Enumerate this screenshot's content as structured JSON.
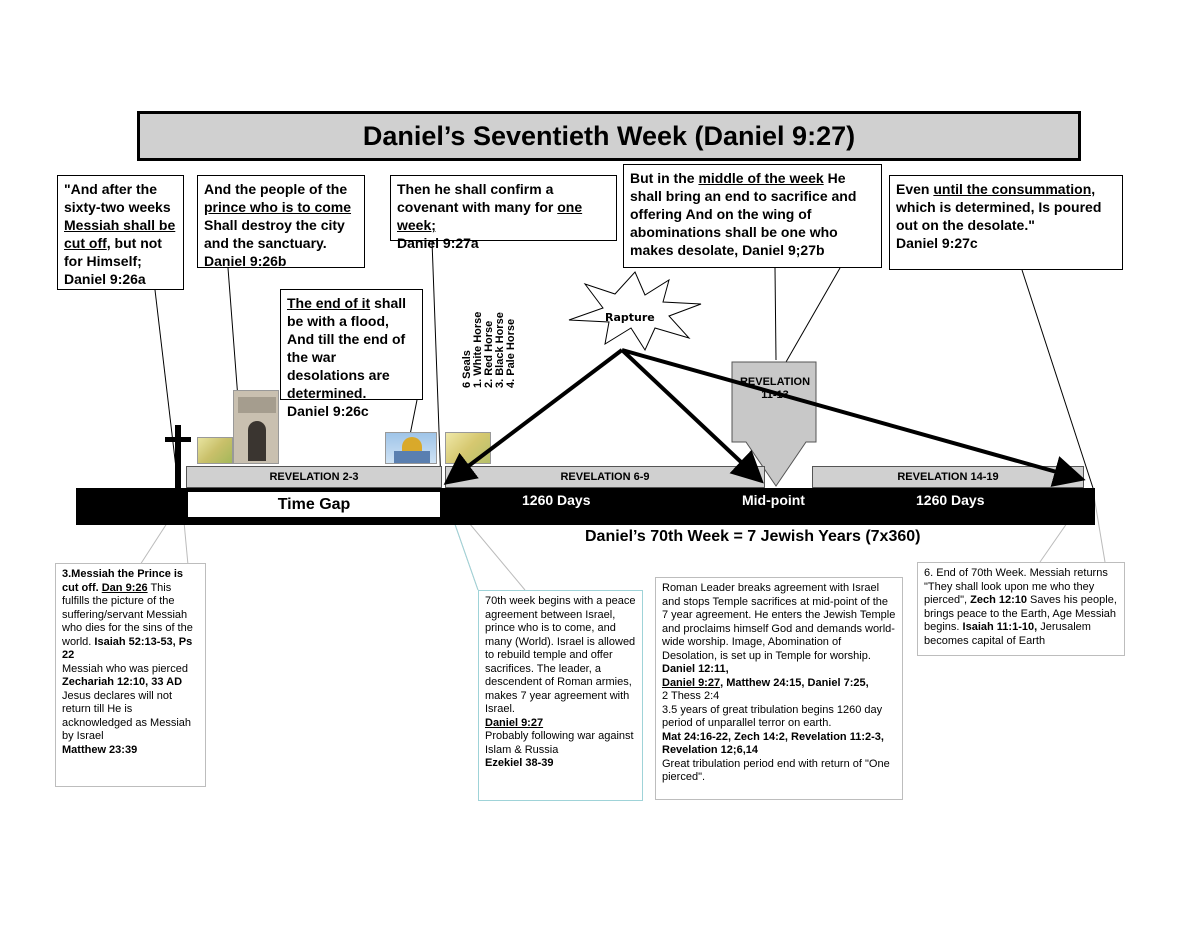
{
  "title": "Daniel’s Seventieth Week (Daniel 9:27)",
  "callouts": {
    "c1": "\"And after the sixty-two weeks",
    "c1_u": "Messiah shall be cut off",
    "c1_rest": ", but not for Himself;",
    "c1_ref": "Daniel 9:26a",
    "c2_pre": "And the people of the",
    "c2_u": "prince who is to come",
    "c2_rest": "Shall destroy the city and the sanctuary.",
    "c2_ref": "Daniel 9:26b",
    "c3_u": "The end of it",
    "c3_rest": "shall be with a flood, And till the end of the war desolations are determined.",
    "c3_ref": "Daniel 9:26c",
    "c4_pre": "Then he shall confirm a covenant with many for",
    "c4_u": "one week;",
    "c4_ref": "Daniel 9:27a",
    "c5_pre": "But in the",
    "c5_u": "middle of the week",
    "c5_rest": "He shall bring an end to sacrifice and offering And on the wing of abominations shall be one who makes desolate,",
    "c5_ref": "Daniel 9;27b",
    "c6_pre": "Even",
    "c6_u": "until the consummation,",
    "c6_rest": "which is determined, Is poured out on the desolate.\"",
    "c6_ref": "Daniel 9:27c"
  },
  "seals": {
    "heading": "6 Seals",
    "items": [
      "1. White Horse",
      "2. Red Horse",
      "3. Black Horse",
      "4. Pale Horse"
    ]
  },
  "rapture_label": "Rapture",
  "revelation_11_13": "REVELATION 11-13",
  "rev_bars": {
    "rev2_3": "REVELATION 2-3",
    "rev6_9": "REVELATION 6-9",
    "rev14_19": "REVELATION 14-19"
  },
  "timeline": {
    "time_gap": "Time Gap",
    "days_left": "1260 Days",
    "mid_point": "Mid-point",
    "days_right": "1260 Days",
    "week_label": "Daniel’s 70th Week = 7 Jewish Years (7x360)"
  },
  "notes": {
    "n1_a": "3.Messiah the Prince is cut off.",
    "n1_b": "Dan 9:26",
    "n1_c": "This fulfills the picture of the suffering/servant Messiah who dies for the sins of the world.",
    "n1_d": "Isaiah 52:13-53, Ps 22",
    "n1_e": "Messiah who was pierced",
    "n1_f": "Zechariah 12:10, 33 AD",
    "n1_g": "Jesus declares will not return till He is acknowledged as Messiah by Israel",
    "n1_h": "Matthew 23:39",
    "n2_a": "70th week begins with a peace agreement between Israel, prince who is to come, and many (World). Israel is allowed to rebuild temple and offer sacrifices. The leader, a descendent of Roman armies, makes 7 year agreement with Israel.",
    "n2_b": "Daniel 9:27",
    "n2_c": "Probably following war against Islam & Russia",
    "n2_d": "Ezekiel 38-39",
    "n3_a": "Roman Leader breaks agreement with Israel and stops Temple sacrifices at mid-point of the 7 year agreement. He enters the Jewish Temple and proclaims himself God and demands world-wide worship. Image, Abomination of Desolation, is set up in Temple for worship.",
    "n3_b": "Daniel 12:11,",
    "n3_c": "Daniel 9:27",
    "n3_d": ", Matthew 24:15, Daniel 7:25,",
    "n3_e": "2 Thess 2:4",
    "n3_f": "3.5 years of great tribulation begins 1260 day period of unparallel terror on earth.",
    "n3_g": "Mat 24:16-22, Zech 14:2, Revelation 11:2-3, Revelation 12;6,14",
    "n3_h": "Great tribulation period end with return of \"One pierced\".",
    "n4_a": "6. End of 70th Week. Messiah returns \"They shall look upon me who they pierced\",",
    "n4_b": "Zech 12:10",
    "n4_c": "Saves his people, brings peace to the Earth, Age Messiah begins.",
    "n4_d": "Isaiah 11:1-10,",
    "n4_e": "Jerusalem becomes capital of Earth"
  }
}
